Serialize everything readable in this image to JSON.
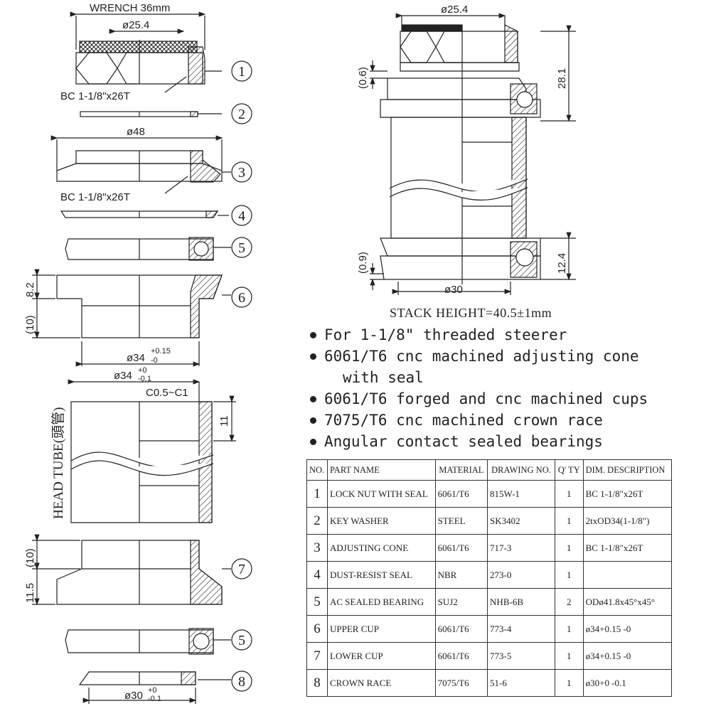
{
  "labels": {
    "wrench": "WRENCH 36mm",
    "d254_top": "ø25.4",
    "d254_right": "ø25.4",
    "bc_1": "BC 1-1/8\"x26T",
    "d48": "ø48",
    "bc_3": "BC 1-1/8\"x26T",
    "dim_82": "8.2",
    "dim_10a": "(10)",
    "d34_tol": "ø34",
    "d34_tol_sup": "+0.15",
    "d34_tol_sub": "-0",
    "d34_cup": "ø34",
    "d34_cup_sup": "+0",
    "d34_cup_sub": "-0.1",
    "chamfer": "C0.5~C1",
    "dim_11": "11",
    "head_tube": "HEAD TUBE(頭管)",
    "dim_10b": "(10)",
    "dim_115": "11.5",
    "d30_left": "ø30",
    "d30_sup": "+0",
    "d30_sub": "-0.1",
    "dim_06": "(0.6)",
    "dim_281": "28.1",
    "dim_09": "(0.9)",
    "dim_124": "12.4",
    "d30_right": "ø30"
  },
  "callouts": [
    "1",
    "2",
    "3",
    "4",
    "5",
    "6",
    "7",
    "5",
    "8"
  ],
  "stack_height": "STACK HEIGHT=40.5±1mm",
  "features": [
    "For 1-1/8\" threaded steerer",
    "6061/T6 cnc machined adjusting cone",
    "with seal",
    "6061/T6 forged and cnc machined cups",
    "7075/T6 cnc machined crown race",
    "Angular contact sealed bearings"
  ],
  "table": {
    "headers": [
      "NO.",
      "PART NAME",
      "MATERIAL",
      "DRAWING NO.",
      "Q' TY",
      "DIM. DESCRIPTION"
    ],
    "rows": [
      [
        "1",
        "LOCK NUT WITH SEAL",
        "6061/T6",
        "815W-1",
        "1",
        "BC 1-1/8\"x26T"
      ],
      [
        "2",
        "KEY WASHER",
        "STEEL",
        "SK3402",
        "1",
        "2txOD34(1-1/8\")"
      ],
      [
        "3",
        "ADJUSTING CONE",
        "6061/T6",
        "717-3",
        "1",
        "BC 1-1/8\"x26T"
      ],
      [
        "4",
        "DUST-RESIST SEAL",
        "NBR",
        "273-0",
        "1",
        ""
      ],
      [
        "5",
        "AC SEALED BEARING",
        "SUJ2",
        "NHB-6B",
        "2",
        "ODø41.8x45°x45°"
      ],
      [
        "6",
        "UPPER CUP",
        "6061/T6",
        "773-4",
        "1",
        "ø34+0.15 -0"
      ],
      [
        "7",
        "LOWER CUP",
        "6061/T6",
        "773-5",
        "1",
        "ø34+0.15 -0"
      ],
      [
        "8",
        "CROWN RACE",
        "7075/T6",
        "51-6",
        "1",
        "ø30+0 -0.1"
      ]
    ]
  }
}
